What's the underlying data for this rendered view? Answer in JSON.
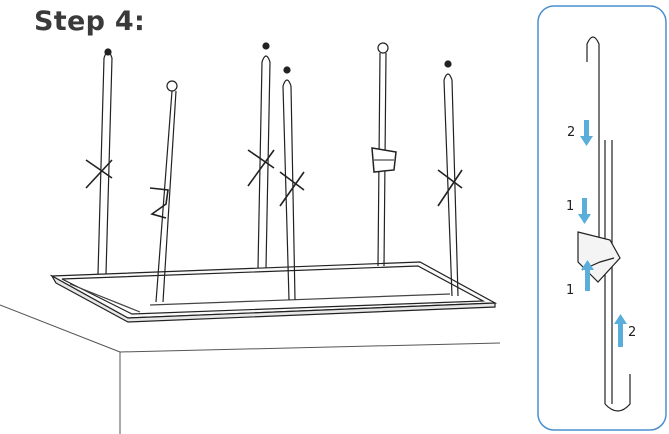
{
  "title": "Step 4:",
  "inset": {
    "labels": {
      "top_2": "2",
      "top_1": "1",
      "bottom_1": "1",
      "bottom_2": "2"
    },
    "arrow_color": "#5aaed9",
    "border_color": "#4a8fd0"
  },
  "illustration": {
    "line_color": "#222222",
    "hanging_cables": 6
  }
}
